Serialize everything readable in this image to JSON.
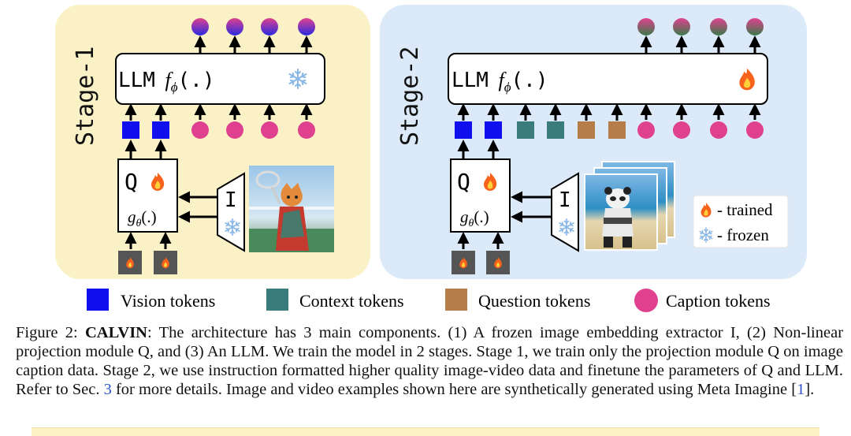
{
  "figure": {
    "stage1": {
      "label": "Stage-1",
      "llm_prefix": "LLM",
      "llm_func": "f",
      "llm_sub": "ϕ",
      "llm_arg": "(.)",
      "q_label": "Q",
      "g_func": "g",
      "g_sub": "θ",
      "g_arg": "(.)",
      "encoder_label": "I"
    },
    "stage2": {
      "label": "Stage-2",
      "llm_prefix": "LLM",
      "llm_func": "f",
      "llm_sub": "ϕ",
      "llm_arg": "(.)",
      "q_label": "Q",
      "g_func": "g",
      "g_sub": "θ",
      "g_arg": "(.)",
      "encoder_label": "I"
    },
    "key": {
      "trained": "- trained",
      "frozen": "- frozen"
    },
    "legend": [
      {
        "label": "Vision tokens",
        "color": "#1010ee",
        "shape": "square"
      },
      {
        "label": "Context tokens",
        "color": "#3a7b7b",
        "shape": "square"
      },
      {
        "label": "Question tokens",
        "color": "#b57d4a",
        "shape": "square"
      },
      {
        "label": "Caption tokens",
        "color": "#e0418f",
        "shape": "circle"
      }
    ],
    "colors": {
      "stage1_bg": "#fbf1c6",
      "stage2_bg": "#dbe9f8",
      "vision": "#1010ee",
      "context": "#3a7b7b",
      "question": "#b57d4a",
      "caption": "#e0418f"
    },
    "icons": [
      "fire-icon",
      "snowflake-icon",
      "cat-tennis-image",
      "panda-beach-video-frames"
    ]
  },
  "caption": {
    "prefix": "Figure 2:",
    "title": "CALVIN",
    "body1": ": The architecture has 3 main components. (1) A frozen image embedding extractor I, (2) Non-linear projection module Q, and (3) An LLM. We train the model in 2 stages. Stage 1, we train only the projection module Q on image caption data. Stage 2, we use instruction formatted higher quality image-video data and finetune the parameters of Q and LLM. Refer to Sec.",
    "ref_sec": "3",
    "body2": "for more details. Image and video examples shown here are synthetically generated using Meta Imagine [",
    "ref_cite": "1",
    "body3": "]."
  }
}
